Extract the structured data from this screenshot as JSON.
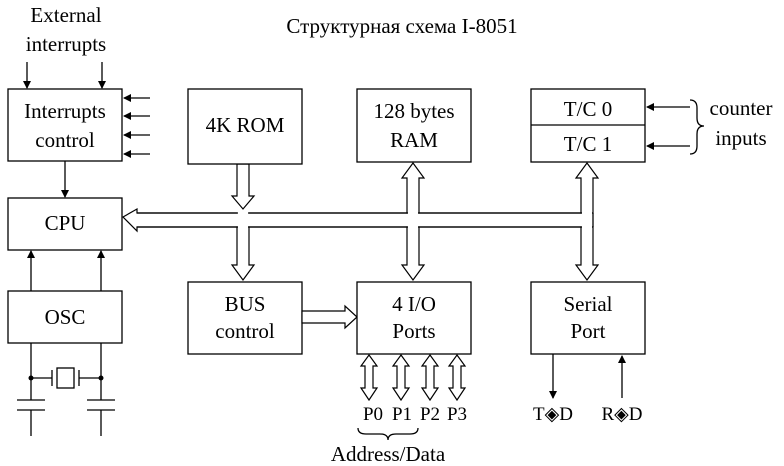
{
  "title": "Структурная схема I-8051",
  "external_interrupts": [
    "External",
    "interrupts"
  ],
  "blocks": {
    "interrupts_control": [
      "Interrupts",
      "control"
    ],
    "cpu": "CPU",
    "osc": "OSC",
    "rom": "4K ROM",
    "ram": [
      "128 bytes",
      "RAM"
    ],
    "tc0": "T/C 0",
    "tc1": "T/C 1",
    "bus_control": [
      "BUS",
      "control"
    ],
    "io_ports": [
      "4 I/O",
      "Ports"
    ],
    "serial_port": [
      "Serial",
      "Port"
    ]
  },
  "counter_inputs": [
    "counter",
    "inputs"
  ],
  "ports": [
    "P0",
    "P1",
    "P2",
    "P3"
  ],
  "address_data": "Address/Data",
  "serial_pins": {
    "txd": "T◈D",
    "rxd": "R◈D"
  }
}
